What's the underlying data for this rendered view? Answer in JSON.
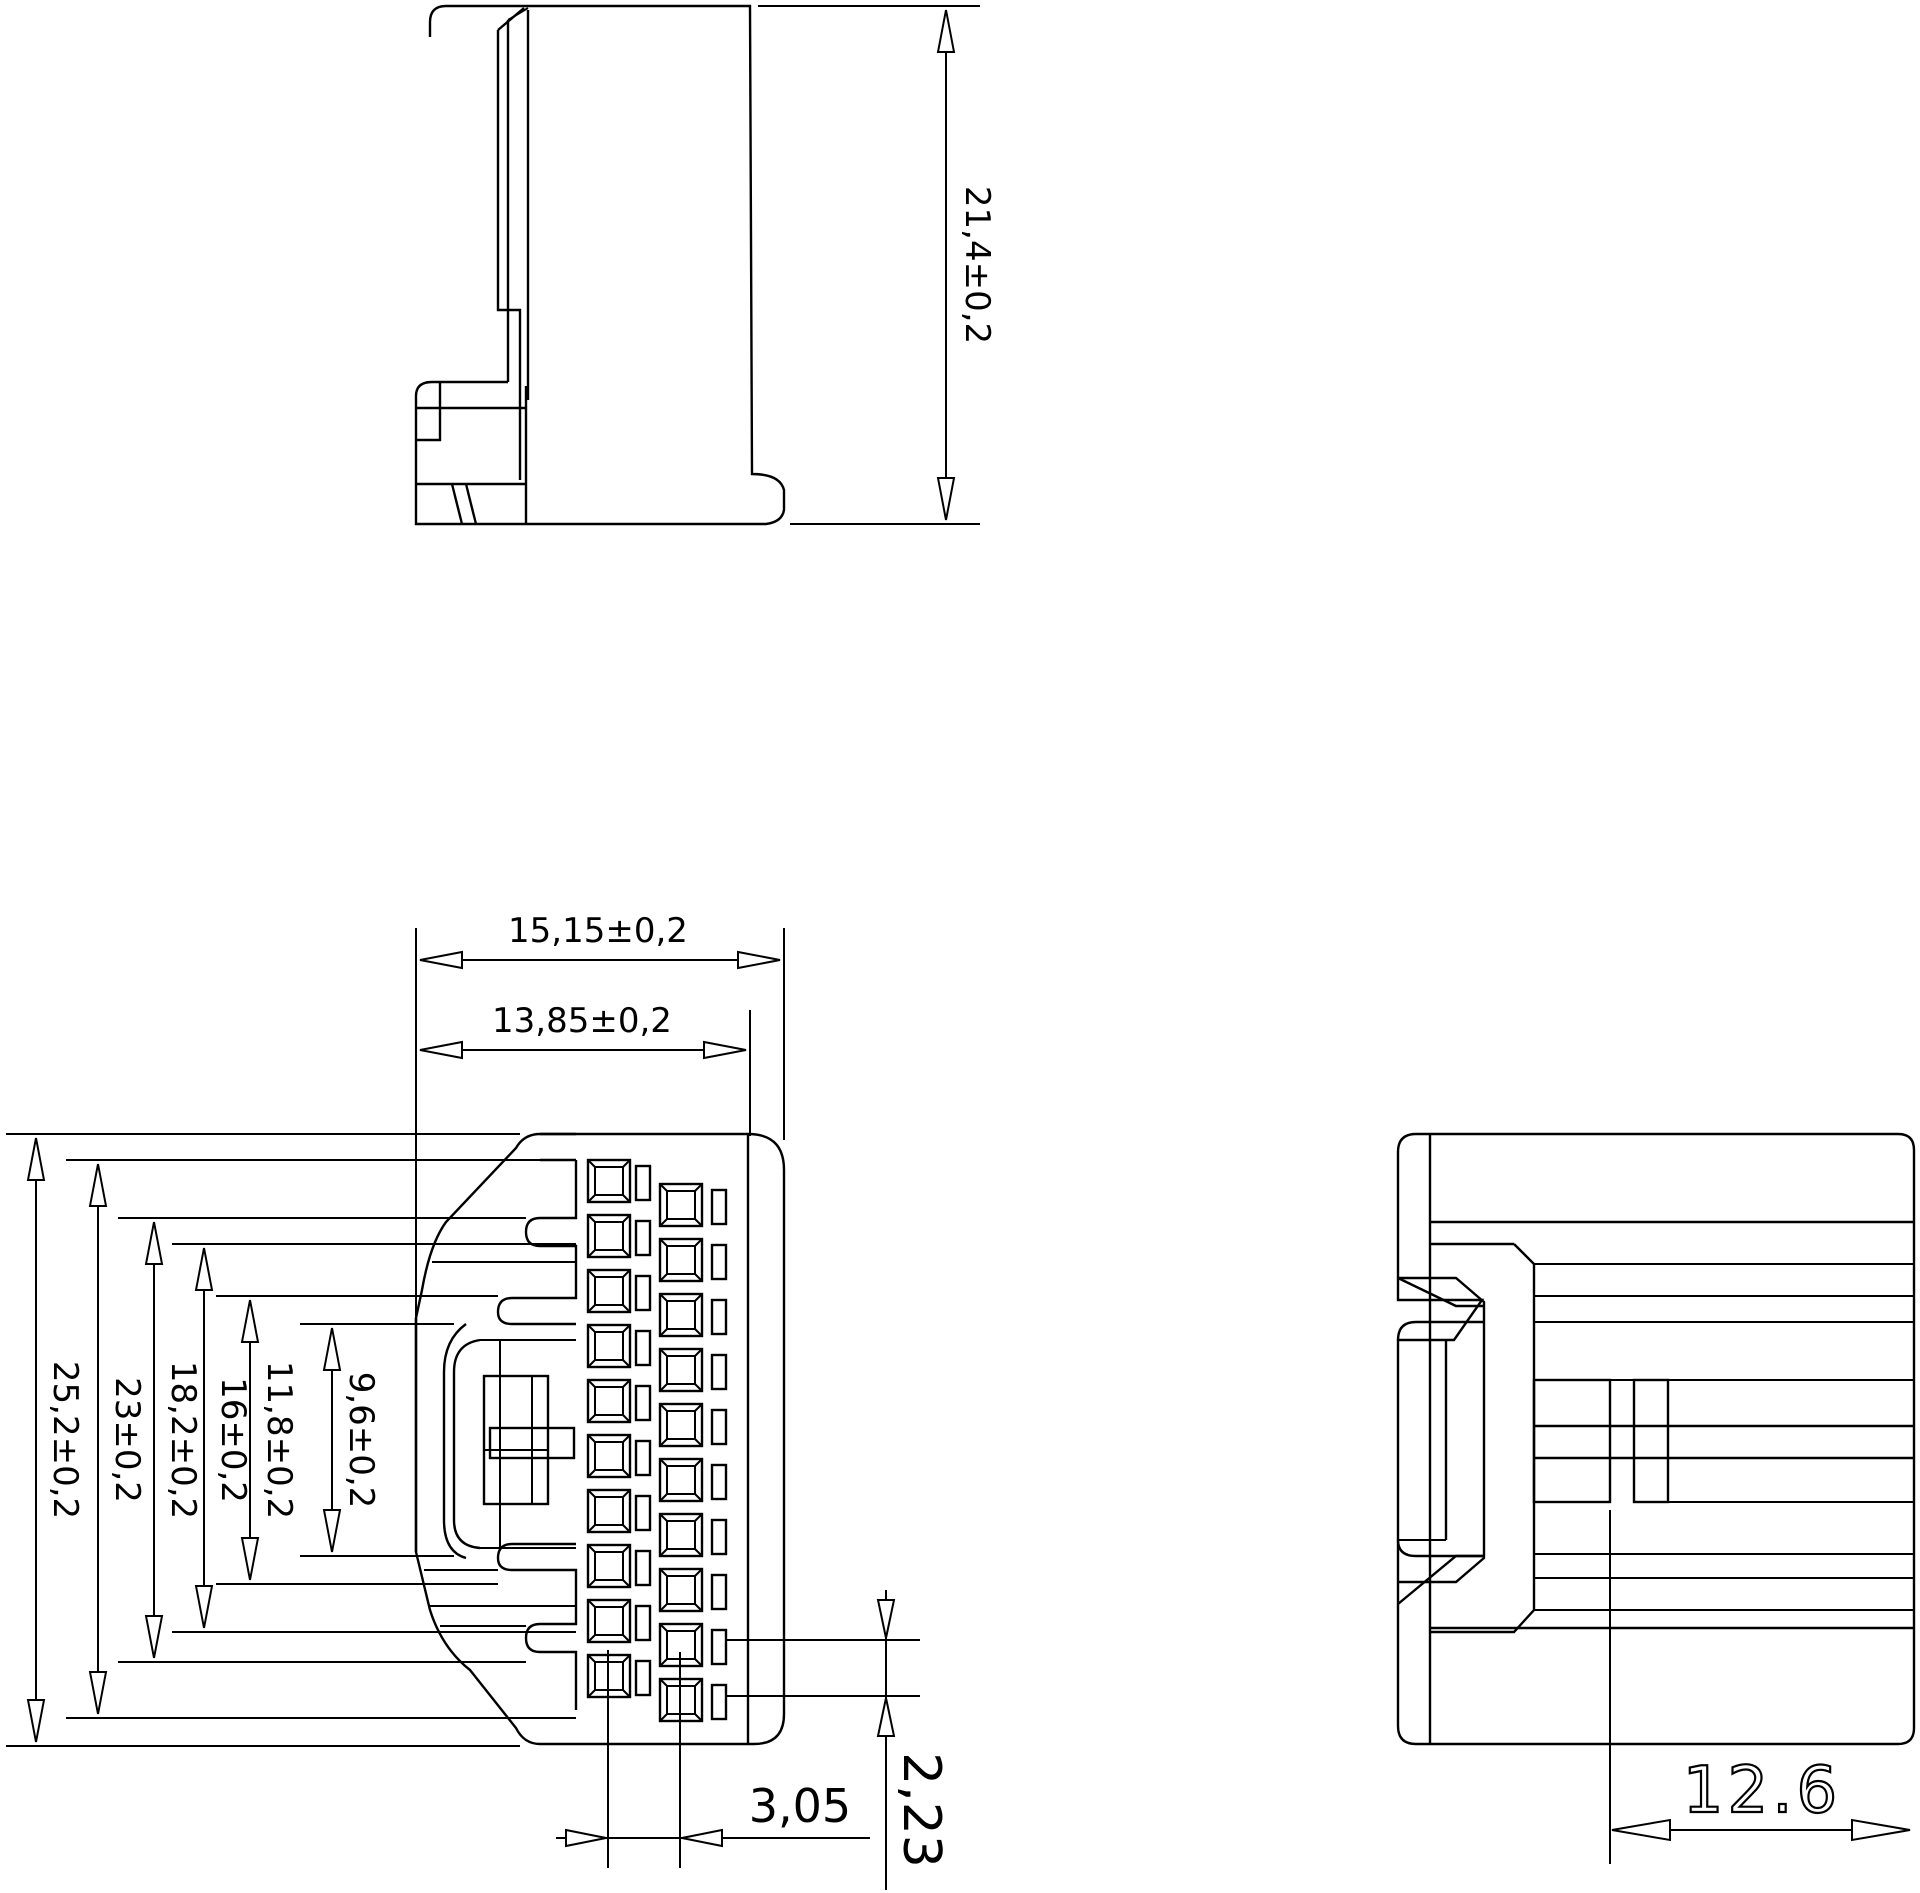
{
  "dimensions": {
    "height_side": "21,4±0,2",
    "width_outer": "15,15±0,2",
    "width_inner": "13,85±0,2",
    "h_25_2": "25,2±0,2",
    "h_23": "23±0,2",
    "h_18_2": "18,2±0,2",
    "h_16": "16±0,2",
    "h_11_8": "11,8±0,2",
    "h_9_6": "9,6±0,2",
    "pitch_x": "3,05",
    "pitch_y": "2,23",
    "width_right": "12.6"
  }
}
